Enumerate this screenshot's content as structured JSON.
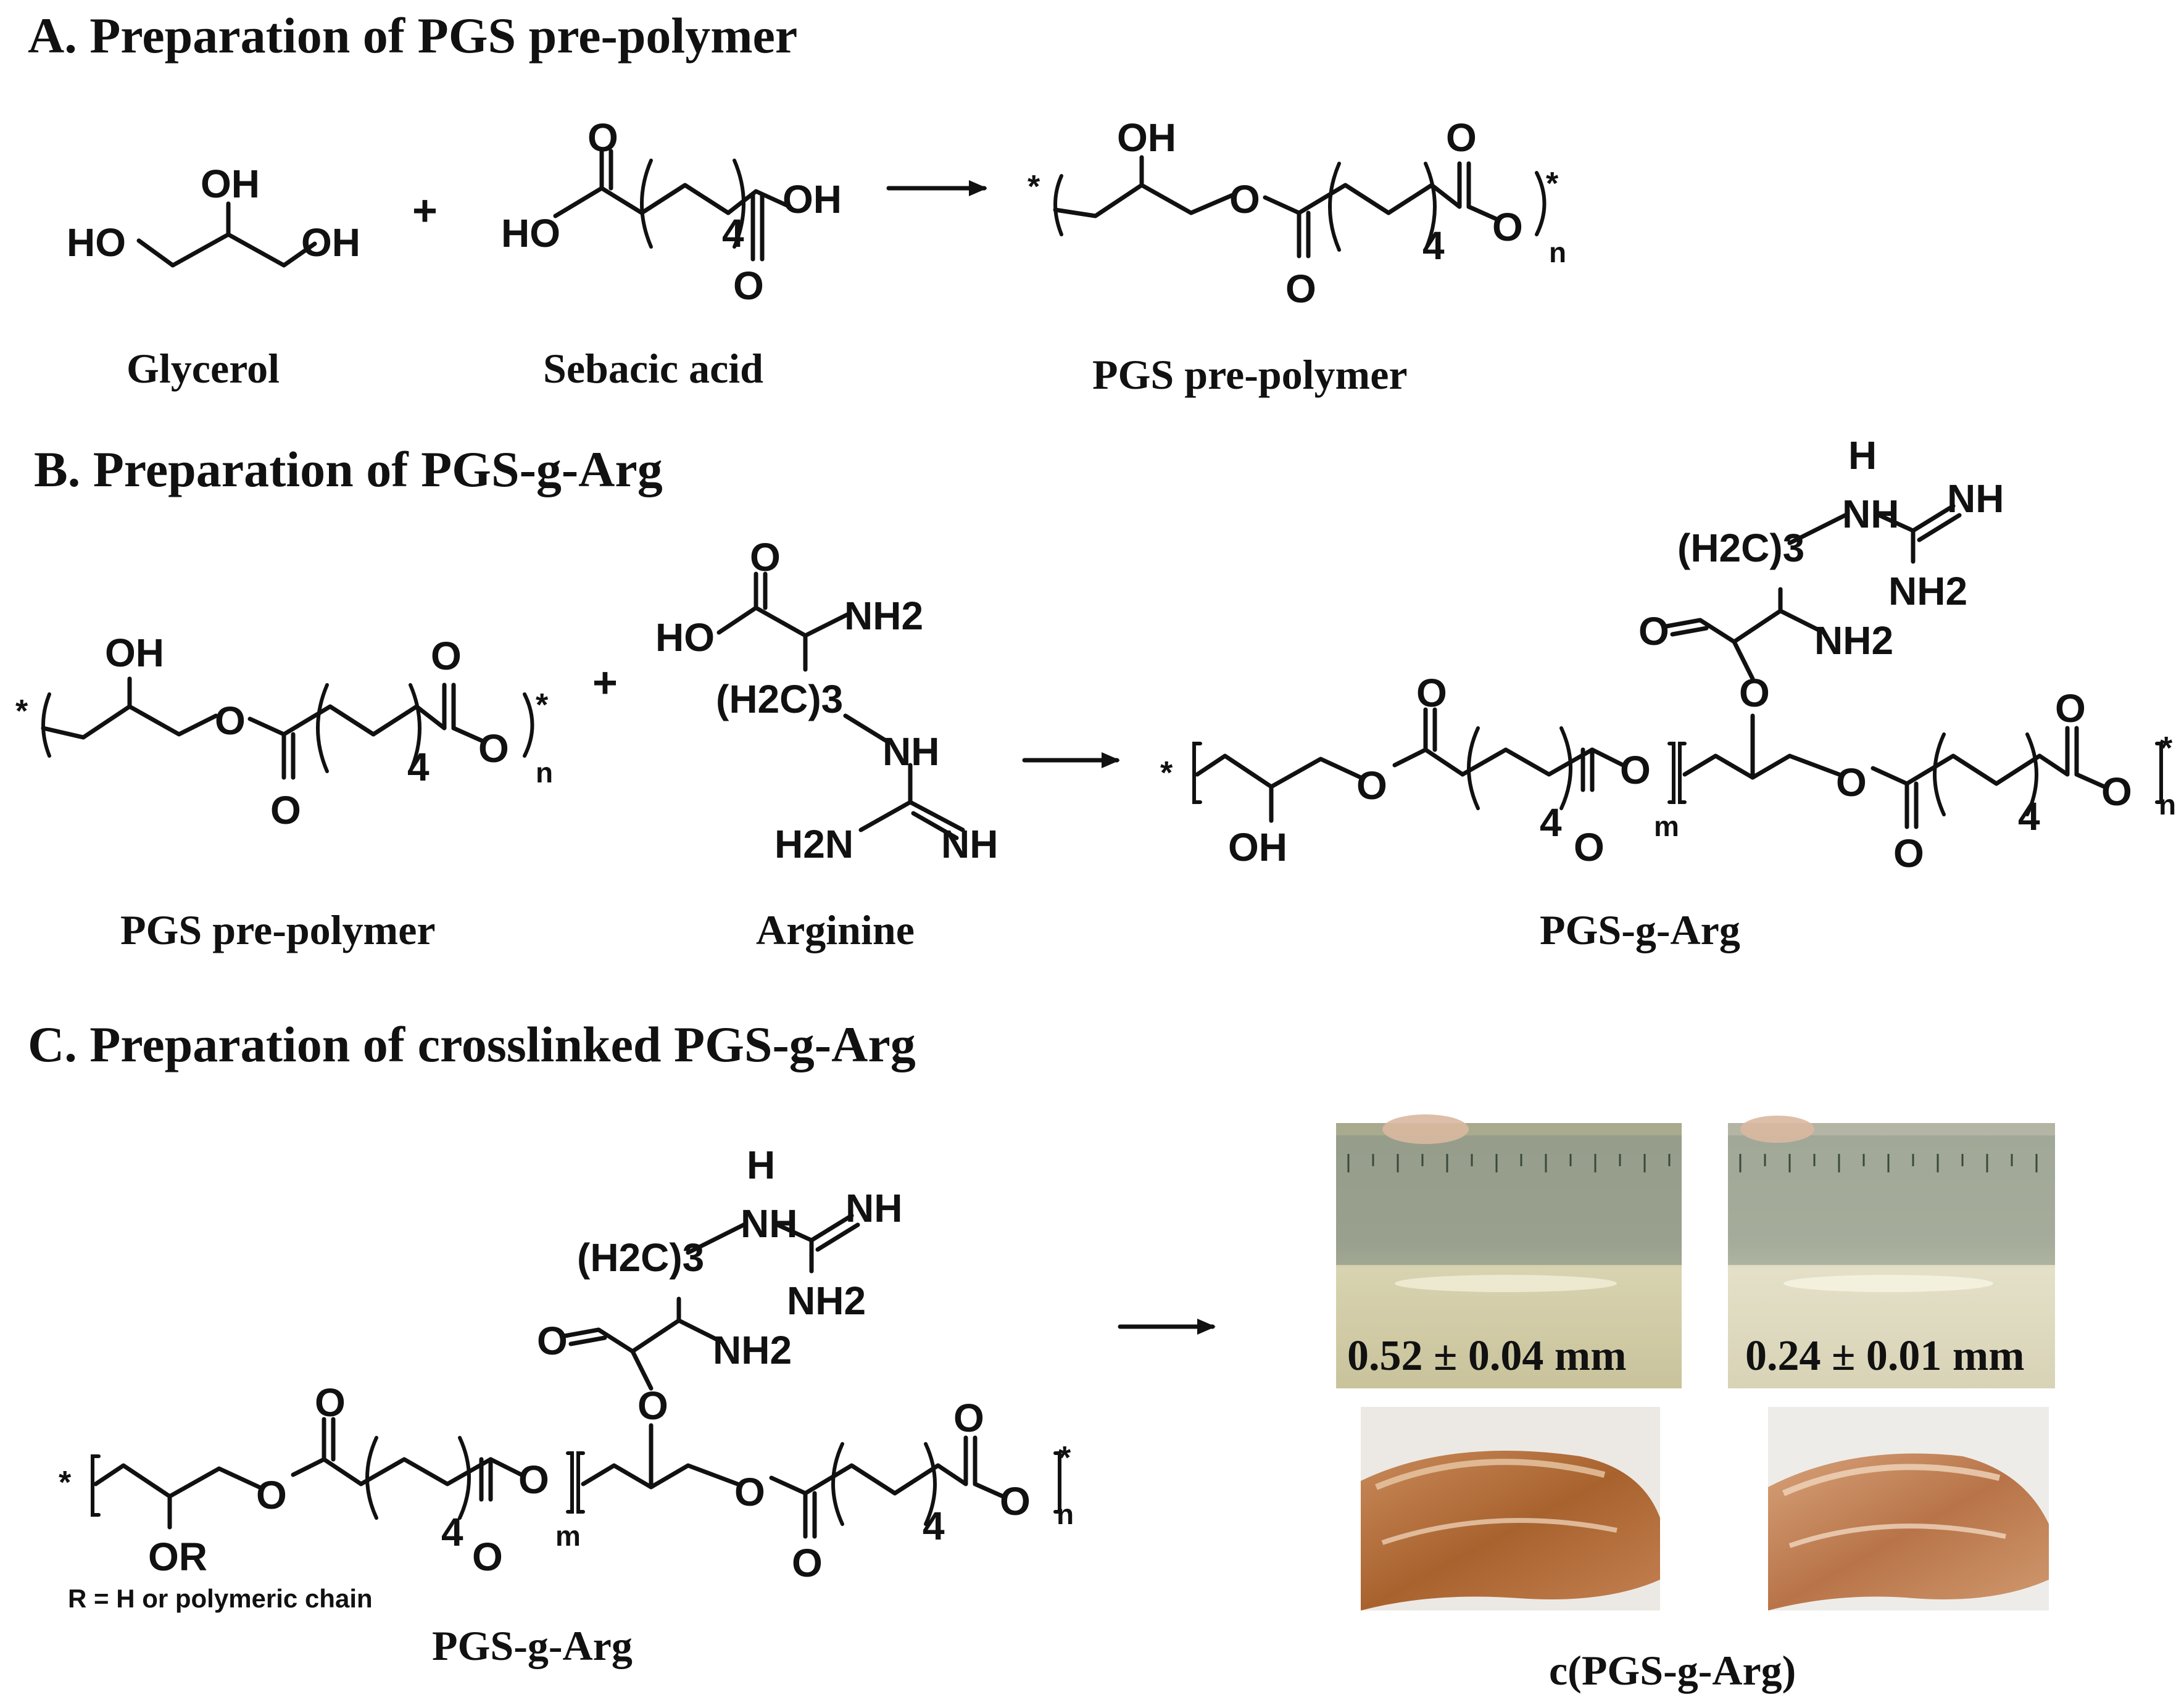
{
  "sections": {
    "a_title": "A. Preparation of PGS pre-polymer",
    "b_title": "B. Preparation of PGS-g-Arg",
    "c_title": "C. Preparation of crosslinked PGS-g-Arg"
  },
  "compound_names": {
    "glycerol": "Glycerol",
    "sebacic_acid": "Sebacic acid",
    "pgs_prepolymer": "PGS pre-polymer",
    "arginine": "Arginine",
    "pgs_g_arg": "PGS-g-Arg",
    "c_pgs_g_arg": "c(PGS-g-Arg)"
  },
  "atom_labels": {
    "oh": "OH",
    "ho": "HO",
    "o": "O",
    "nh": "NH",
    "nh2": "NH2",
    "h2n": "H2N",
    "h": "H",
    "or": "OR",
    "h2c3": "(H2C)3",
    "star": "*",
    "plus": "+",
    "n": "n",
    "m": "m",
    "four": "4"
  },
  "r_note": "R = H or polymeric chain",
  "thickness": {
    "left": "0.52 ± 0.04 mm",
    "right": "0.24 ± 0.01 mm"
  },
  "colors": {
    "ink": "#111111",
    "film_thick": "#c8c49a",
    "film_thin": "#d9d6bd",
    "ruler": "#8f9a8a",
    "skin": "#b06a3a"
  }
}
